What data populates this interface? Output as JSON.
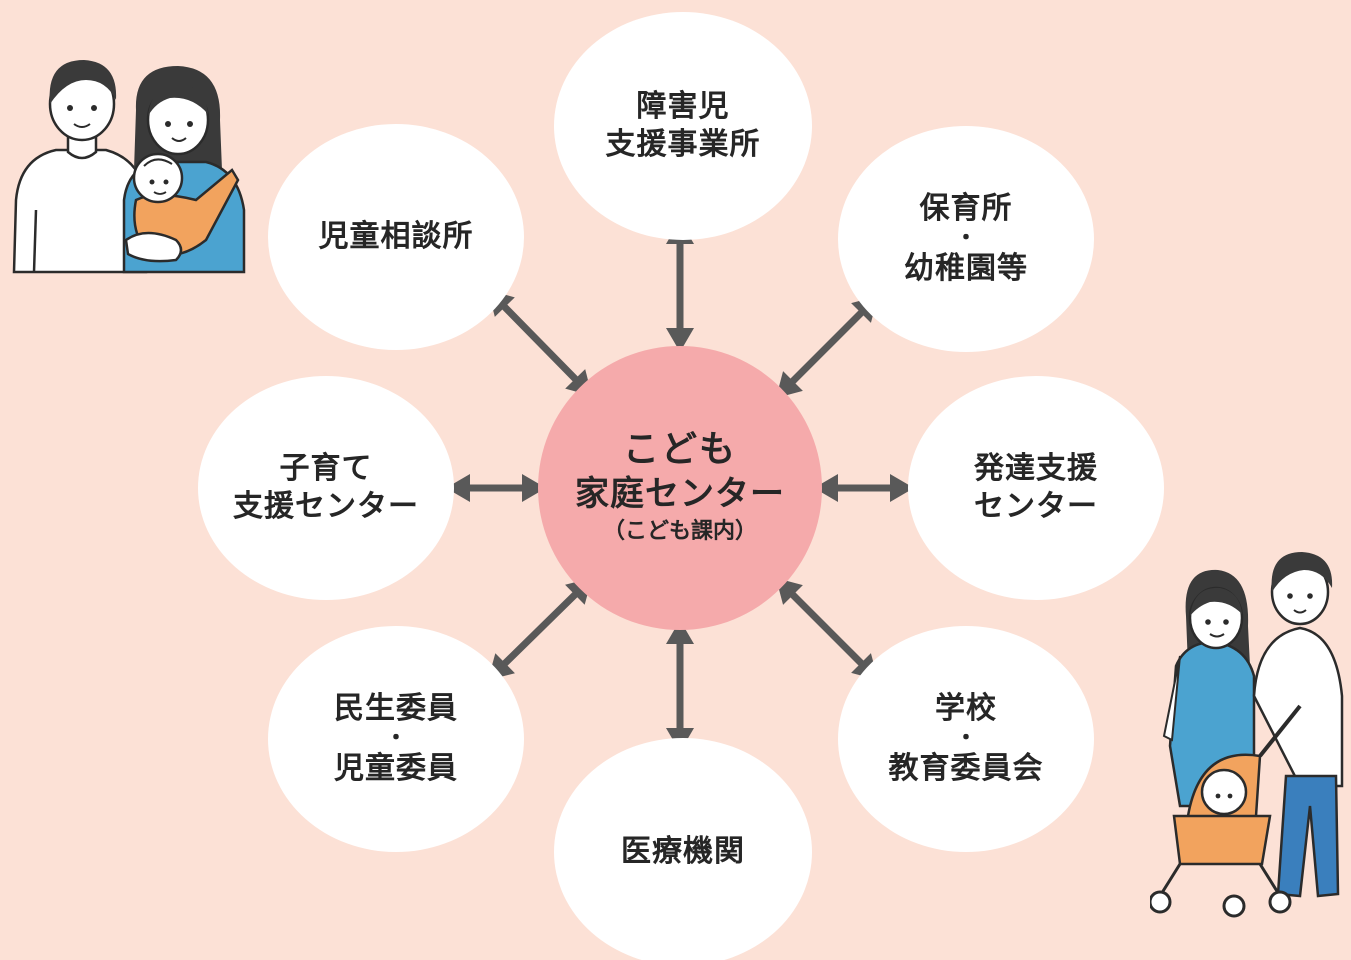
{
  "hub": {
    "line1": "こども",
    "line2": "家庭センター",
    "line3": "（こども課内）"
  },
  "nodes": {
    "top": {
      "line1": "障害児",
      "line2": "支援事業所"
    },
    "top_right": {
      "line1": "保育所",
      "sep": "・",
      "line2": "幼稚園等"
    },
    "right": {
      "line1": "発達支援",
      "line2": "センター"
    },
    "bottom_right": {
      "line1": "学校",
      "sep": "・",
      "line2": "教育委員会"
    },
    "bottom": {
      "line1": "医療機関"
    },
    "bottom_left": {
      "line1": "民生委員",
      "sep": "・",
      "line2": "児童委員"
    },
    "left": {
      "line1": "子育て",
      "line2": "支援センター"
    },
    "top_left": {
      "line1": "児童相談所"
    }
  },
  "colors": {
    "background": "#fce1d6",
    "hub": "#f5aaab",
    "node": "#ffffff",
    "arrow": "#595959",
    "text": "#262626"
  }
}
